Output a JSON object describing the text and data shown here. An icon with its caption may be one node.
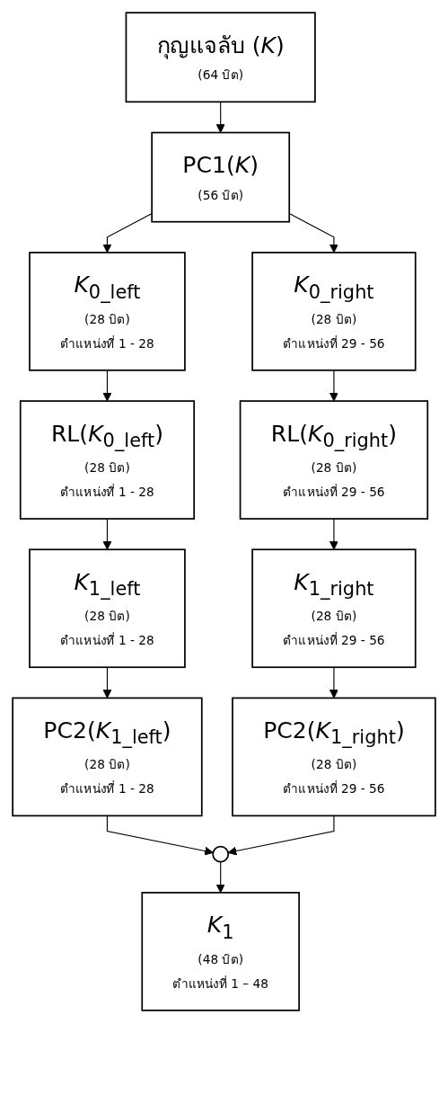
{
  "diagram": {
    "nodes": [
      {
        "text": [
          "กุญแจลับ (*K*)",
          "(64 บิต)"
        ]
      },
      {
        "text": [
          "PC1(*K*)",
          "(56 บิต)"
        ]
      },
      {
        "text": [
          "*K*$_{0_left}$",
          "(28 บิต)",
          "ตำแหน่งที่ 1 - 28"
        ]
      },
      {
        "text": [
          "*K*$_{0_right}$",
          "(28 บิต)",
          "ตำแหน่งที่ 29 - 56"
        ]
      },
      {
        "text": [
          "RL(*K*$_{0_left}$)",
          "(28 บิต)",
          "ตำแหน่งที่ 1 - 28"
        ]
      },
      {
        "text": [
          "RL(*K*$_{0_right}$)",
          "(28 บิต)",
          "ตำแหน่งที่ 29 - 56"
        ]
      },
      {
        "text": [
          "*K*$_{1_left}$",
          "(28 บิต)",
          "ตำแหน่งที่ 1 - 28"
        ]
      },
      {
        "text": [
          "*K*$_{1_right}$",
          "(28 บิต)",
          "ตำแหน่งที่ 29 - 56"
        ]
      },
      {
        "text": [
          "PC2(*K*$_{1_left}$)",
          "(28 บิต)",
          "ตำแหน่งที่ 1 - 28"
        ]
      },
      {
        "text": [
          "PC2(*K*$_{1_right}$)",
          "(28 บิต)",
          "ตำแหน่งที่ 29 - 56"
        ]
      },
      {
        "text": [],
        "shape": "circle"
      },
      {
        "text": [
          "*K*$_{1}$",
          "(48 บิต)",
          "ตำแหน่งที่ 1 – 48"
        ]
      }
    ],
    "edges": [
      {
        "from": 0,
        "to": 1,
        "arrow": "to"
      },
      {
        "from": 1,
        "to": 2,
        "arrow": "to"
      },
      {
        "from": 1,
        "to": 3,
        "arrow": "to"
      },
      {
        "from": 2,
        "to": 4,
        "arrow": "to"
      },
      {
        "from": 3,
        "to": 5,
        "arrow": "to"
      },
      {
        "from": 4,
        "to": 6,
        "arrow": "to"
      },
      {
        "from": 5,
        "to": 7,
        "arrow": "to"
      },
      {
        "from": 6,
        "to": 8,
        "arrow": "to"
      },
      {
        "from": 7,
        "to": 9,
        "arrow": "to"
      },
      {
        "from": 8,
        "to": 10,
        "arrow": "to"
      },
      {
        "from": 9,
        "to": 10,
        "arrow": "to"
      },
      {
        "from": 10,
        "to": 11,
        "arrow": "to"
      }
    ]
  }
}
